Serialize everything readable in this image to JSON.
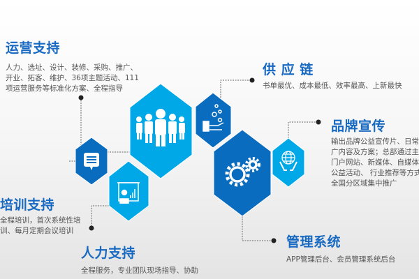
{
  "colors": {
    "light_blue": "#00a8e8",
    "dark_blue": "#0a6cbf",
    "title": "#1769c2",
    "text": "#555555"
  },
  "sections": {
    "ops": {
      "title": "运营支持",
      "body": "人力、选址、设计、装修、采购、推广、\n开业、拓客、维护、36项主题活动、111\n项运营服务等标准化方案、全程指导",
      "icon": "people-icon"
    },
    "supply": {
      "title": "供 应 链",
      "body": "书单最优、成本最低、效率最高、上新最快",
      "icon": "coin-hand-icon"
    },
    "brand": {
      "title": "品牌宣传",
      "body": "输出品牌公益宣传片、日常推\n广内容及方案；总部通过主流\n门户网站、新媒体、自媒体、\n公益活动、 行业推荐等方式在\n全国分区域集中推广",
      "icon": "globe-hands-icon"
    },
    "training": {
      "title": "培训支持",
      "body": "全程培训，首次系统性培\n训、每月定期会议培训",
      "icon": "chat-icon"
    },
    "hr": {
      "title": "人力支持",
      "body": "全程服务，专业团队现场指导、协助",
      "icon": "presentation-icon"
    },
    "mgmt": {
      "title": "管理系统",
      "body": "APP管理后台、会员管理系统后台",
      "icon": "gears-icon"
    }
  }
}
